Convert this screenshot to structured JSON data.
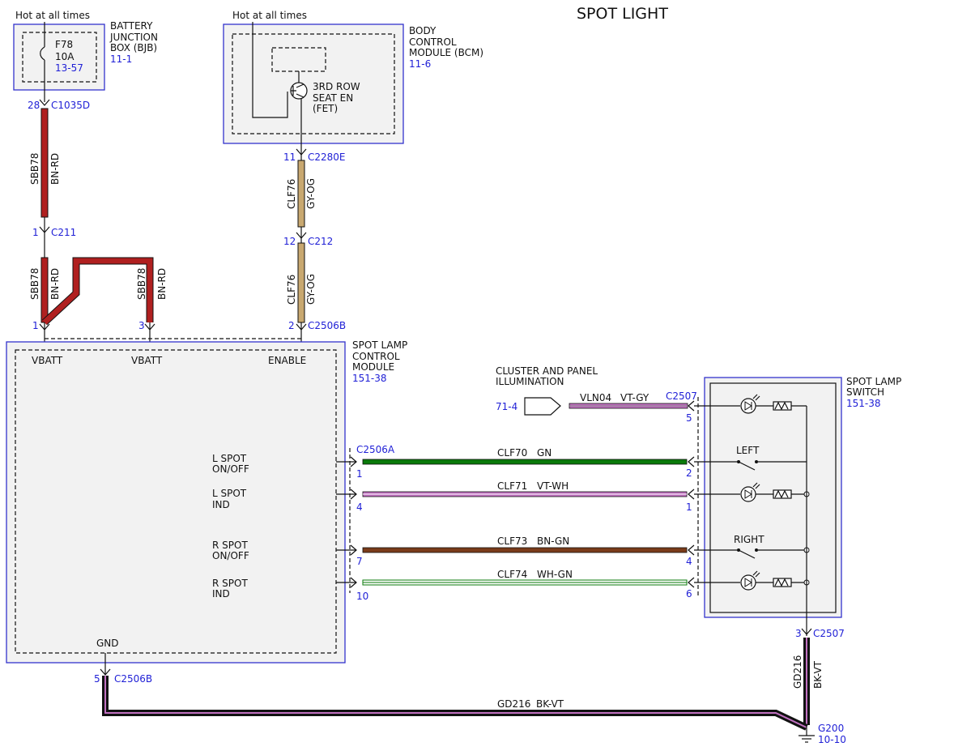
{
  "title": "SPOT LIGHT",
  "hot_bjb": "Hot at all times",
  "hot_bcm": "Hot at all times",
  "bjb": {
    "name_lines": [
      "BATTERY",
      "JUNCTION",
      "BOX (BJB)"
    ],
    "ref": "11-1",
    "fuse": "F78",
    "amps": "10A",
    "fuse_ref": "13-57"
  },
  "bcm": {
    "name_lines": [
      "BODY",
      "CONTROL",
      "MODULE (BCM)"
    ],
    "ref": "11-6",
    "fet_lines": [
      "3RD ROW",
      "SEAT EN",
      "(FET)"
    ]
  },
  "scm": {
    "name_lines": [
      "SPOT LAMP",
      "CONTROL",
      "MODULE"
    ],
    "ref": "151-38",
    "vbatt1": "VBATT",
    "vbatt2": "VBATT",
    "enable": "ENABLE",
    "gnd": "GND",
    "l_onoff": [
      "L SPOT",
      "ON/OFF"
    ],
    "l_ind": [
      "L SPOT",
      "IND"
    ],
    "r_onoff": [
      "R SPOT",
      "ON/OFF"
    ],
    "r_ind": [
      "R SPOT",
      "IND"
    ]
  },
  "sws": {
    "name_lines": [
      "SPOT LAMP",
      "SWITCH"
    ],
    "ref": "151-38",
    "left": "LEFT",
    "right": "RIGHT"
  },
  "cluster": {
    "name_lines": [
      "CLUSTER AND PANEL",
      "ILLUMINATION"
    ],
    "ref": "71-4"
  },
  "connectors": {
    "c1035d": "C1035D",
    "c1035d_pin": "28",
    "c211": "C211",
    "c211_pin": "1",
    "c2280e": "C2280E",
    "c2280e_pin": "11",
    "c212": "C212",
    "c212_pin": "12",
    "c2506b_pin1": "1",
    "c2506b_pin3": "3",
    "c2506b_pin2": "2",
    "c2506b": "C2506B",
    "c2506b_gnd": "C2506B",
    "c2506b_gnd_pin": "5",
    "c2506a": "C2506A",
    "a_pin1": "1",
    "a_pin4": "4",
    "a_pin7": "7",
    "a_pin10": "10",
    "c2507_top": "C2507",
    "s_pin5": "5",
    "s_pin2": "2",
    "s_pin1": "1",
    "s_pin4": "4",
    "s_pin6": "6",
    "c2507_bot": "C2507",
    "c2507_bot_pin": "3",
    "g200": "G200",
    "g200_ref": "10-10"
  },
  "wires": {
    "w1_circuit": "SBB78",
    "w1_color": "BN-RD",
    "w2_circuit": "SBB78",
    "w2_color": "BN-RD",
    "w3_circuit": "SBB78",
    "w3_color": "BN-RD",
    "w4_circuit": "CLF76",
    "w4_color": "GY-OG",
    "w5_circuit": "CLF76",
    "w5_color": "GY-OG",
    "vln04": "VLN04",
    "vln04_color": "VT-GY",
    "clf70": "CLF70",
    "clf70_color": "GN",
    "clf71": "CLF71",
    "clf71_color": "VT-WH",
    "clf73": "CLF73",
    "clf73_color": "BN-GN",
    "clf74": "CLF74",
    "clf74_color": "WH-GN",
    "gd216_v": "GD216",
    "gd216_v_color": "BK-VT",
    "gd216_h": "GD216",
    "gd216_h_color": "BK-VT"
  },
  "colors": {
    "bn_rd": "#b02020",
    "gy_og": "#c8a870",
    "gn": "#0a7a0a",
    "vt": "#c070c0",
    "bn_gn": "#7a3b1a",
    "bk": "#111111",
    "conn_blue": "#1f1fd6"
  }
}
